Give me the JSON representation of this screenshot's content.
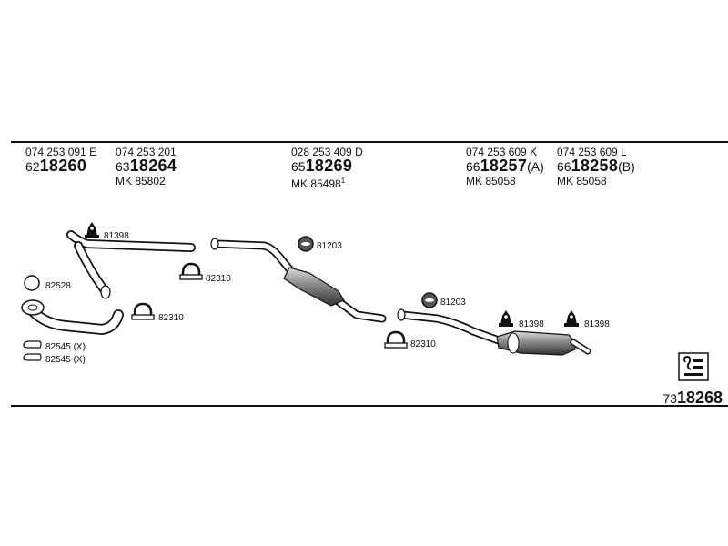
{
  "columns": [
    {
      "oe": "074 253 091 E",
      "prefix": "62",
      "number": "18260",
      "suffix": "",
      "mk": "",
      "mk_sup": ""
    },
    {
      "oe": "074 253 201",
      "prefix": "63",
      "number": "18264",
      "suffix": "",
      "mk": "MK 85802",
      "mk_sup": ""
    },
    {
      "oe": "028 253 409 D",
      "prefix": "65",
      "number": "18269",
      "suffix": "",
      "mk": "MK 85498",
      "mk_sup": "1"
    },
    {
      "oe": "074 253 609 K",
      "prefix": "66",
      "number": "18257",
      "suffix": "(A)",
      "mk": "MK 85058",
      "mk_sup": ""
    },
    {
      "oe": "074 253 609 L",
      "prefix": "66",
      "number": "18258",
      "suffix": "(B)",
      "mk": "MK 85058",
      "mk_sup": ""
    }
  ],
  "labels": {
    "hanger_1": "81398",
    "ring_1": "82528",
    "clamp_1": "82310",
    "clamp_2": "82310",
    "bolt_1": "82545 (X)",
    "bolt_2": "82545 (X)",
    "ring_2": "81203",
    "ring_3": "81203",
    "clamp_3": "82310",
    "hanger_2": "81398",
    "hanger_3": "81398"
  },
  "footer": {
    "prefix": "73",
    "number": "18268"
  }
}
